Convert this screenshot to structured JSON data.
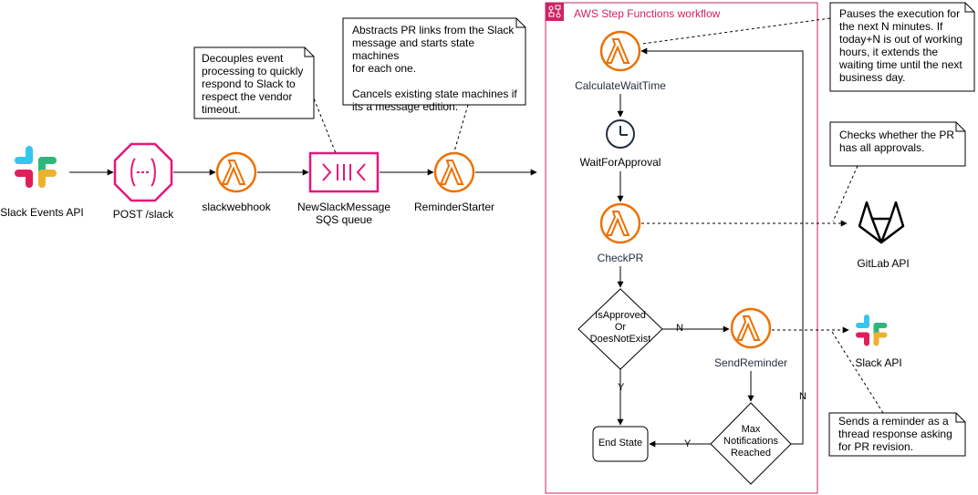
{
  "nodes": {
    "slack_events": "Slack Events API",
    "post_slack": "POST /slack",
    "slackwebhook": "slackwebhook",
    "sqs_line1": "NewSlackMessage",
    "sqs_line2": "SQS queue",
    "reminder_starter": "ReminderStarter",
    "calc_wait": "CalculateWaitTime",
    "wait_approval": "WaitForApproval",
    "check_pr": "CheckPR",
    "send_reminder": "SendReminder",
    "gitlab": "GitLab API",
    "slack_api": "Slack API",
    "end_state": "End State"
  },
  "decisions": {
    "is_approved": "IsApproved\nOr\nDoesNotExist",
    "max_notif": "Max\nNotifications\nReached"
  },
  "edges": {
    "n1": "N",
    "y1": "Y",
    "y2": "Y",
    "n2": "N"
  },
  "group": {
    "title": "AWS Step Functions workflow"
  },
  "notes": {
    "decouple": "Decouples event\nprocessing to quickly\nrespond to Slack to\nrespect the vendor\ntimeout.",
    "abstracts": "Abstracts PR links from the Slack\nmessage and starts state machines\nfor each one.\n\nCancels existing state machines if\nits a message edition.",
    "pauses": "Pauses the execution for\nthe next N minutes. If\ntoday+N is out of working\nhours, it extends the\nwaiting time until the next\nbusiness day.",
    "checks": "Checks whether the PR\nhas all approvals.",
    "sends": "Sends a reminder as a\nthread response asking\nfor PR revision."
  },
  "colors": {
    "lambda": "#ed7100",
    "api_gateway": "#e7157b",
    "sqs": "#e7157b",
    "step_functions": "#cd2264",
    "wait_icon": "#232f3e"
  }
}
